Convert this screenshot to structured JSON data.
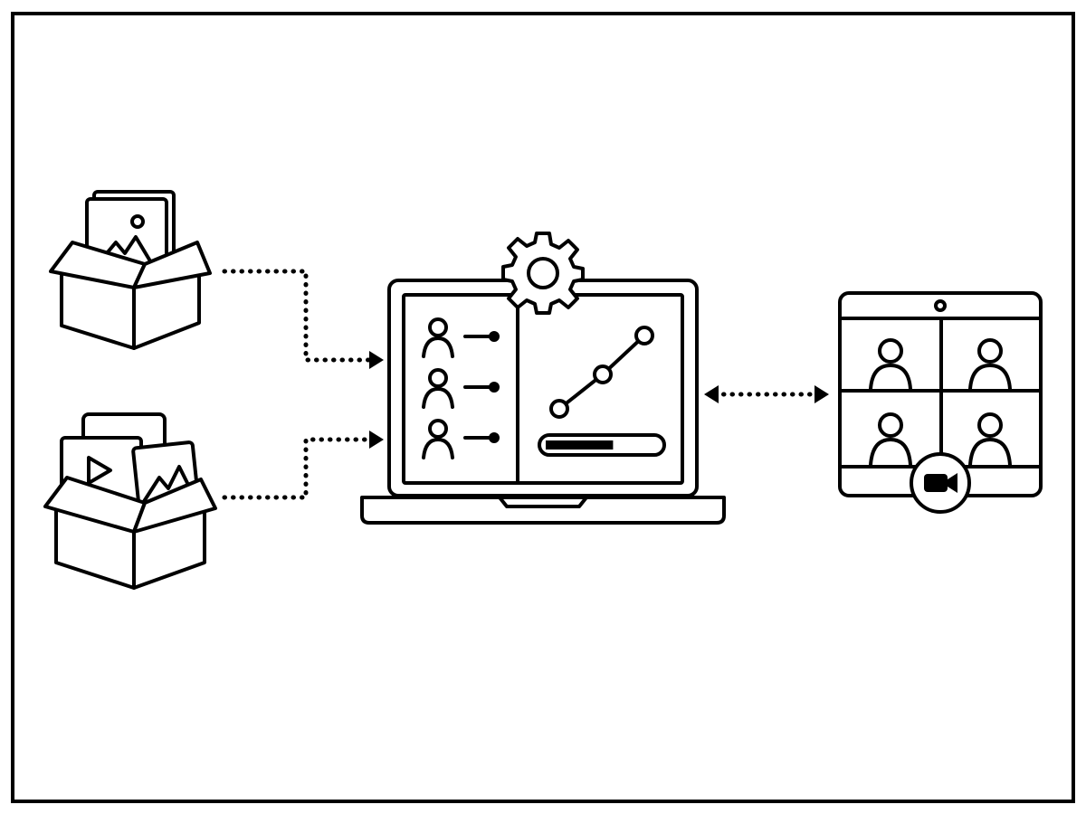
{
  "diagram": {
    "stroke_color": "#000000",
    "background_color": "#ffffff",
    "sources": [
      {
        "name": "image-archive-box",
        "icons": [
          "image-icon"
        ]
      },
      {
        "name": "media-archive-box",
        "icons": [
          "play-icon",
          "image-icon"
        ]
      }
    ],
    "processor": {
      "name": "laptop",
      "icons": [
        "gear-icon",
        "user-icon",
        "user-icon",
        "user-icon",
        "line-chart-icon",
        "progress-bar"
      ],
      "progress_fraction": 0.6
    },
    "destination": {
      "name": "video-conference-screen",
      "participants": 4,
      "icons": [
        "video-camera-icon"
      ]
    },
    "connectors": [
      {
        "from": "image-archive-box",
        "to": "laptop",
        "style": "dotted",
        "direction": "one-way"
      },
      {
        "from": "media-archive-box",
        "to": "laptop",
        "style": "dotted",
        "direction": "one-way"
      },
      {
        "from": "laptop",
        "to": "video-conference-screen",
        "style": "dotted",
        "direction": "two-way"
      }
    ]
  }
}
